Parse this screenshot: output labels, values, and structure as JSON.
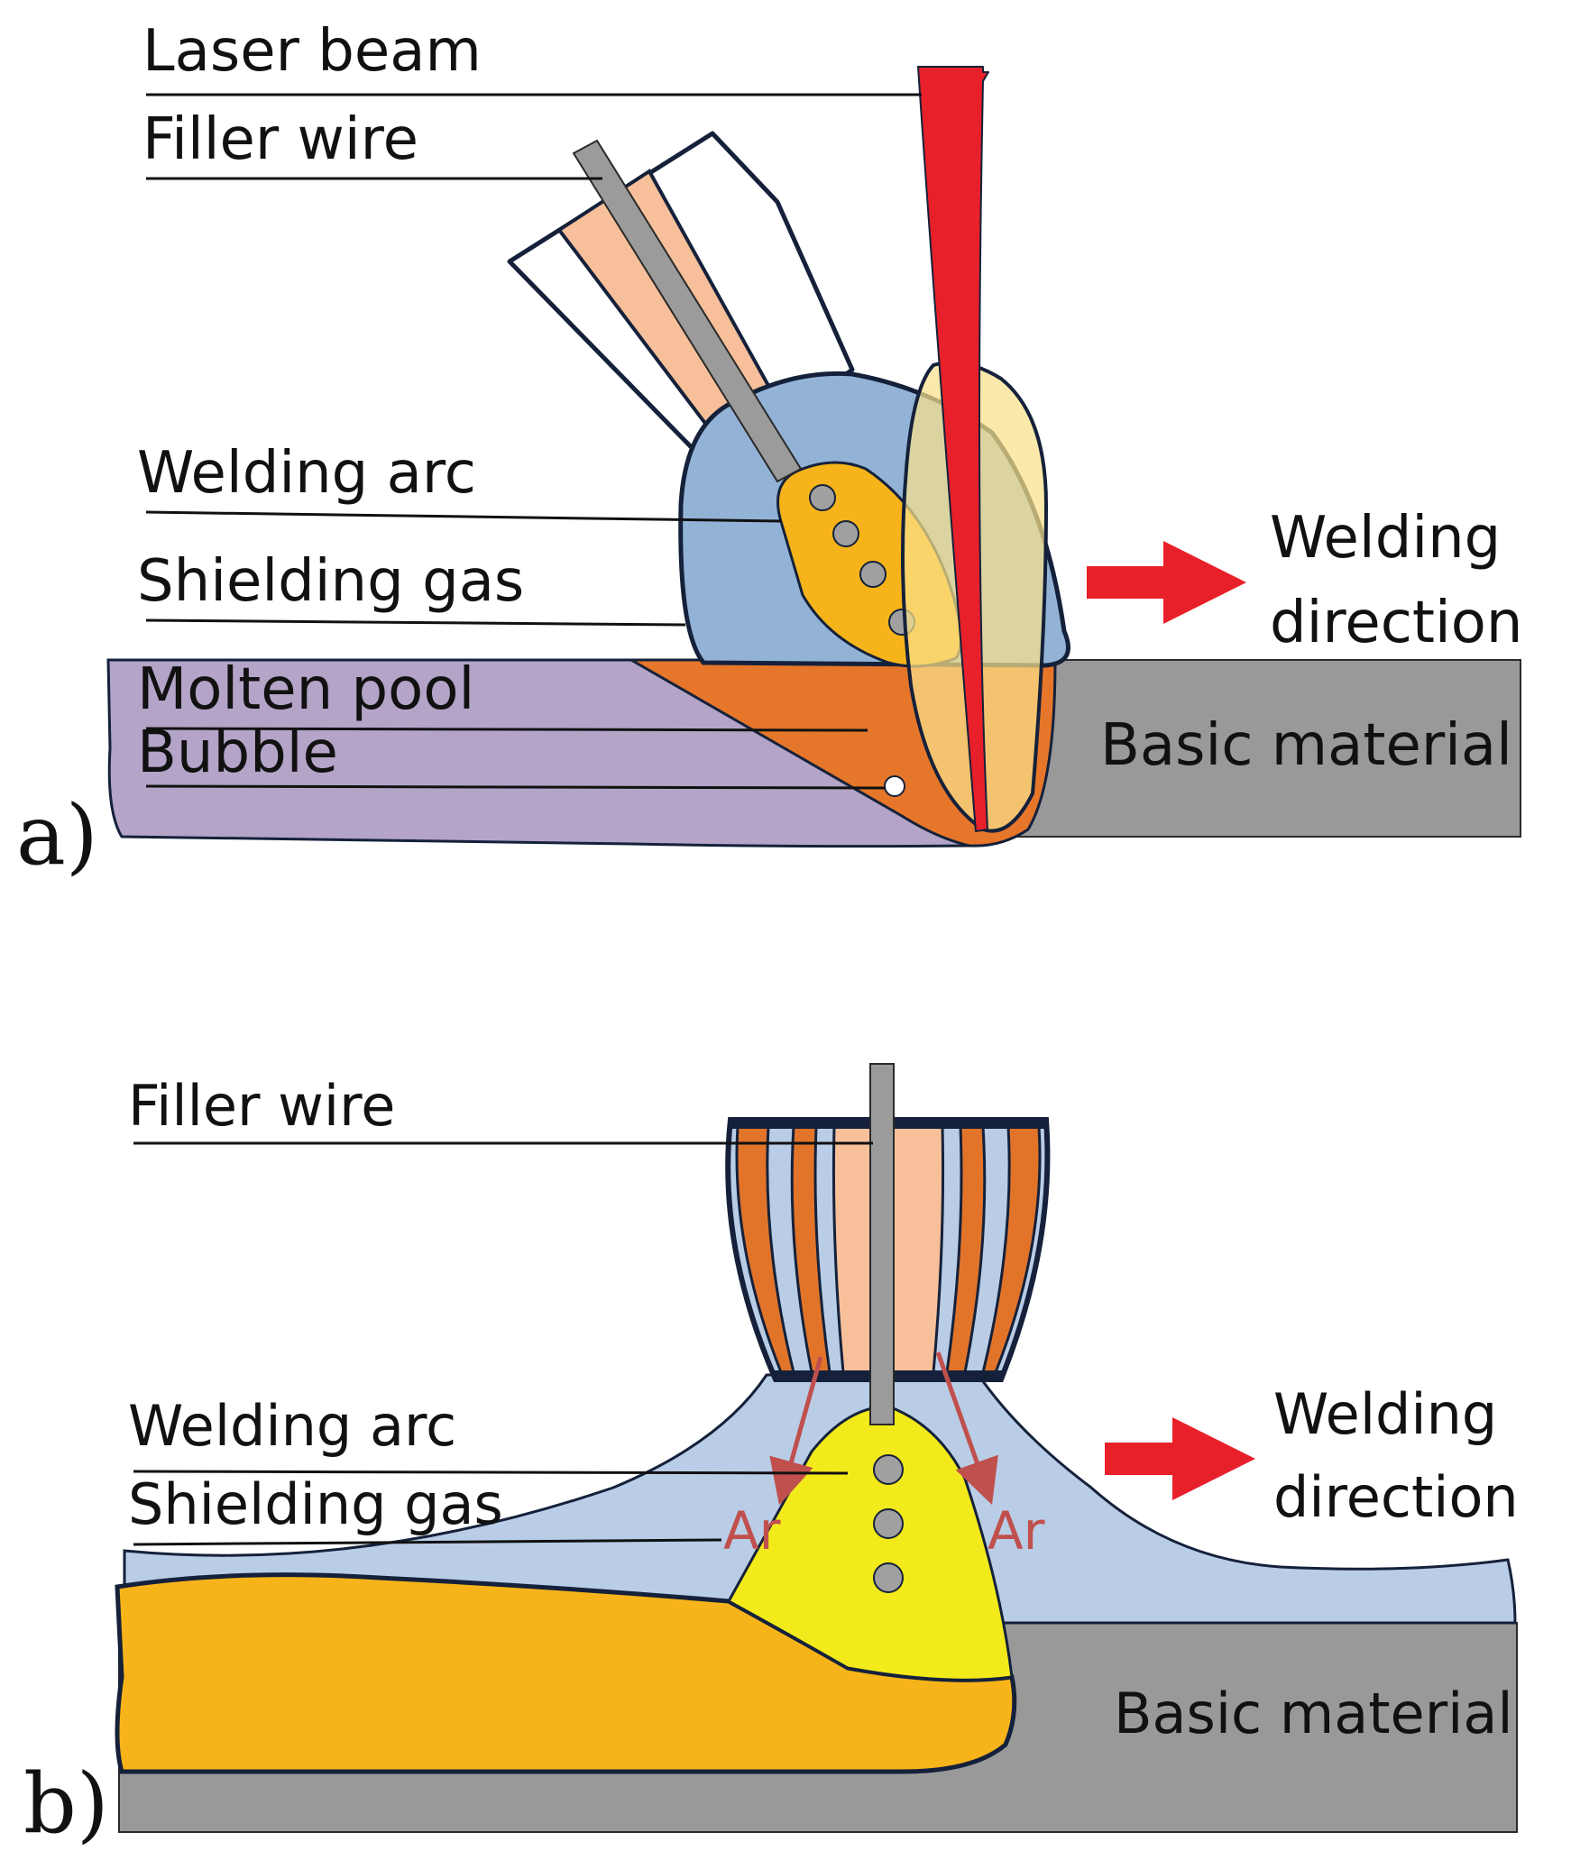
{
  "colors": {
    "laser": "#e8202a",
    "wire": "#9b9b9b",
    "nozzle_a": "#f7c09a",
    "gas_a": "#93b3d6",
    "arc_a": "#f6b41a",
    "plume": "#f8e08a",
    "pool": "#e5762a",
    "weld_a": "#b3a4c8",
    "base": "#999999",
    "gas_b": "#b9cde6",
    "nozzle_orange": "#e2742a",
    "arc_b": "#f2ea1a",
    "weld_b": "#f6b41a",
    "arrow": "#e8202a",
    "ar_arrow": "#c0504d",
    "outline": "#15213a"
  },
  "panel_a": {
    "tag": "a)",
    "labels": {
      "laser_beam": "Laser beam",
      "filler_wire": "Filler wire",
      "welding_arc": "Welding arc",
      "shielding_gas": "Shielding gas",
      "molten_pool": "Molten pool",
      "bubble": "Bubble",
      "welding_direction_1": "Welding",
      "welding_direction_2": "direction",
      "basic_material": "Basic material"
    }
  },
  "panel_b": {
    "tag": "b)",
    "labels": {
      "filler_wire": "Filler wire",
      "welding_arc": "Welding arc",
      "shielding_gas": "Shielding gas",
      "ar_left": "Ar",
      "ar_right": "Ar",
      "welding_direction_1": "Welding",
      "welding_direction_2": "direction",
      "basic_material": "Basic material"
    }
  }
}
